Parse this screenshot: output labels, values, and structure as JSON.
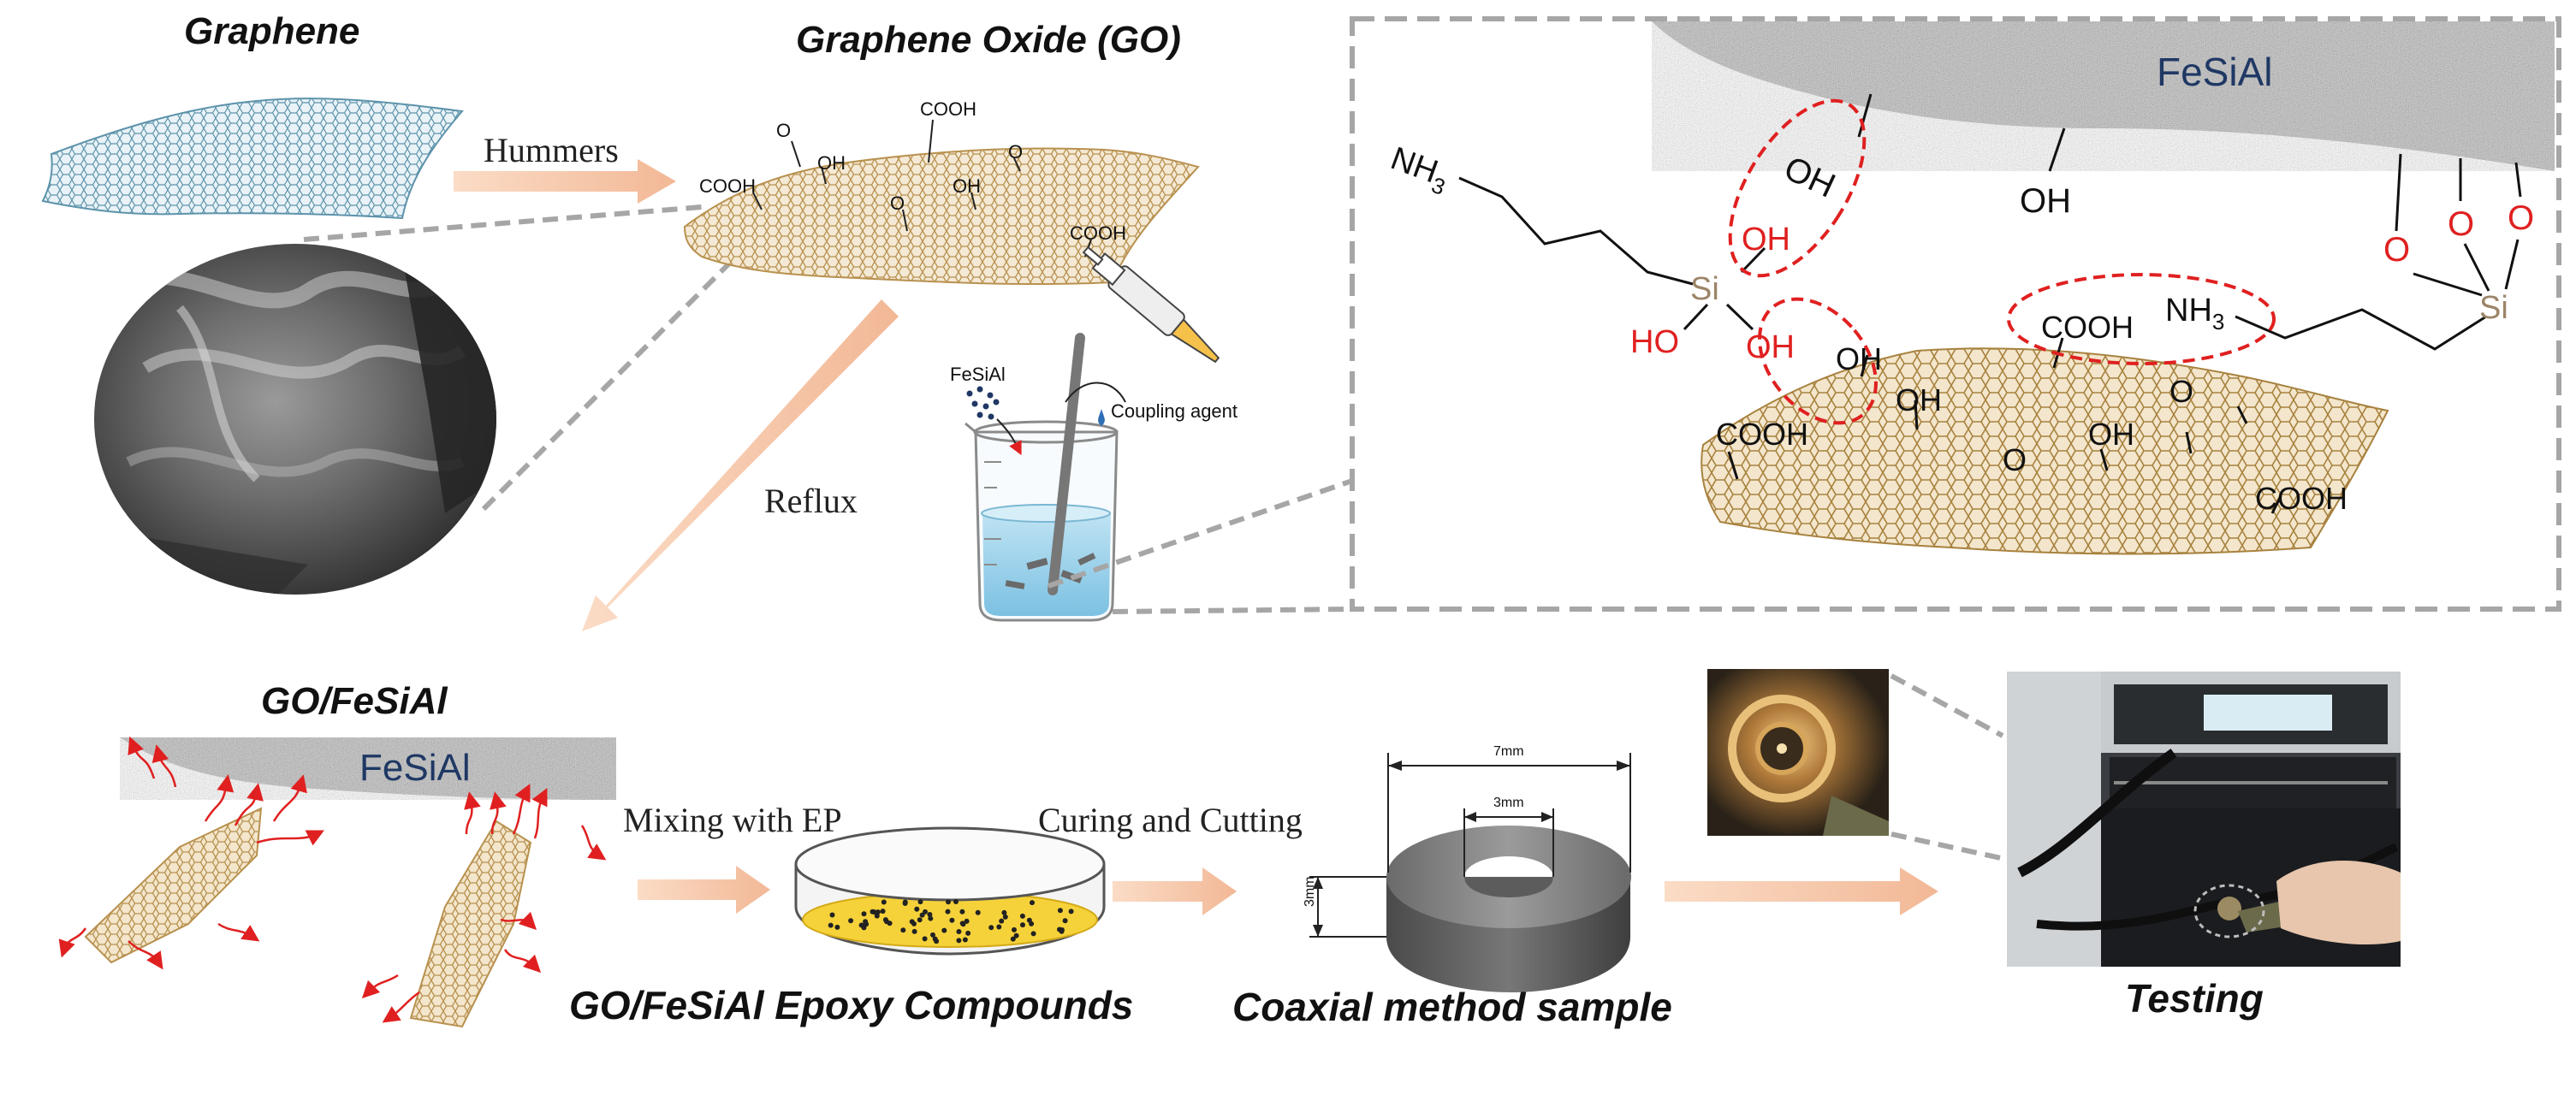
{
  "titles": {
    "graphene": "Graphene",
    "graphene_oxide": "Graphene Oxide (GO)",
    "go_fesial": "GO/FeSiAl",
    "epoxy_compounds": "GO/FeSiAl Epoxy Compounds",
    "coaxial_sample": "Coaxial method sample",
    "testing": "Testing"
  },
  "steps": {
    "hummers": "Hummers",
    "reflux": "Reflux",
    "mixing": "Mixing with EP",
    "curing": "Curing and Cutting"
  },
  "beaker": {
    "fesial_label": "FeSiAl",
    "coupling_label": "Coupling agent"
  },
  "go_sheet_groups": {
    "o1": "O",
    "cooh1": "COOH",
    "oh1": "OH",
    "o2": "O",
    "cooh2": "COOH",
    "o3": "O",
    "oh2": "OH",
    "cooh3": "COOH"
  },
  "detail": {
    "fesial": "FeSiAl",
    "oh_top1": "OH",
    "oh_top2": "OH",
    "o_right1": "O",
    "o_right2": "O",
    "o_right3": "O",
    "si_right": "Si",
    "nh3_left": "NH",
    "nh3_left_sub": "3",
    "nh3_right": "NH",
    "nh3_right_sub": "3",
    "si_left": "Si",
    "oh_si1": "OH",
    "oh_si2": "OH",
    "ho_si": "HO",
    "oh_sheet1": "OH",
    "cooh_top": "COOH",
    "oh_sheet2": "OH",
    "cooh_left": "COOH",
    "o_mid": "O",
    "oh_sheet3": "OH",
    "o_right_sheet": "O",
    "cooh_bottom": "COOH"
  },
  "go_fesial_label": "FeSiAl",
  "dimensions": {
    "outer": "7mm",
    "inner": "3mm",
    "height": "3mm"
  },
  "colors": {
    "arrow": "#f5c6a5",
    "dash": "#a6a6a6",
    "red": "#e02020",
    "go_sheet": "#c8a56a",
    "graphene": "#6fa3b8",
    "navy": "#1f3864"
  }
}
